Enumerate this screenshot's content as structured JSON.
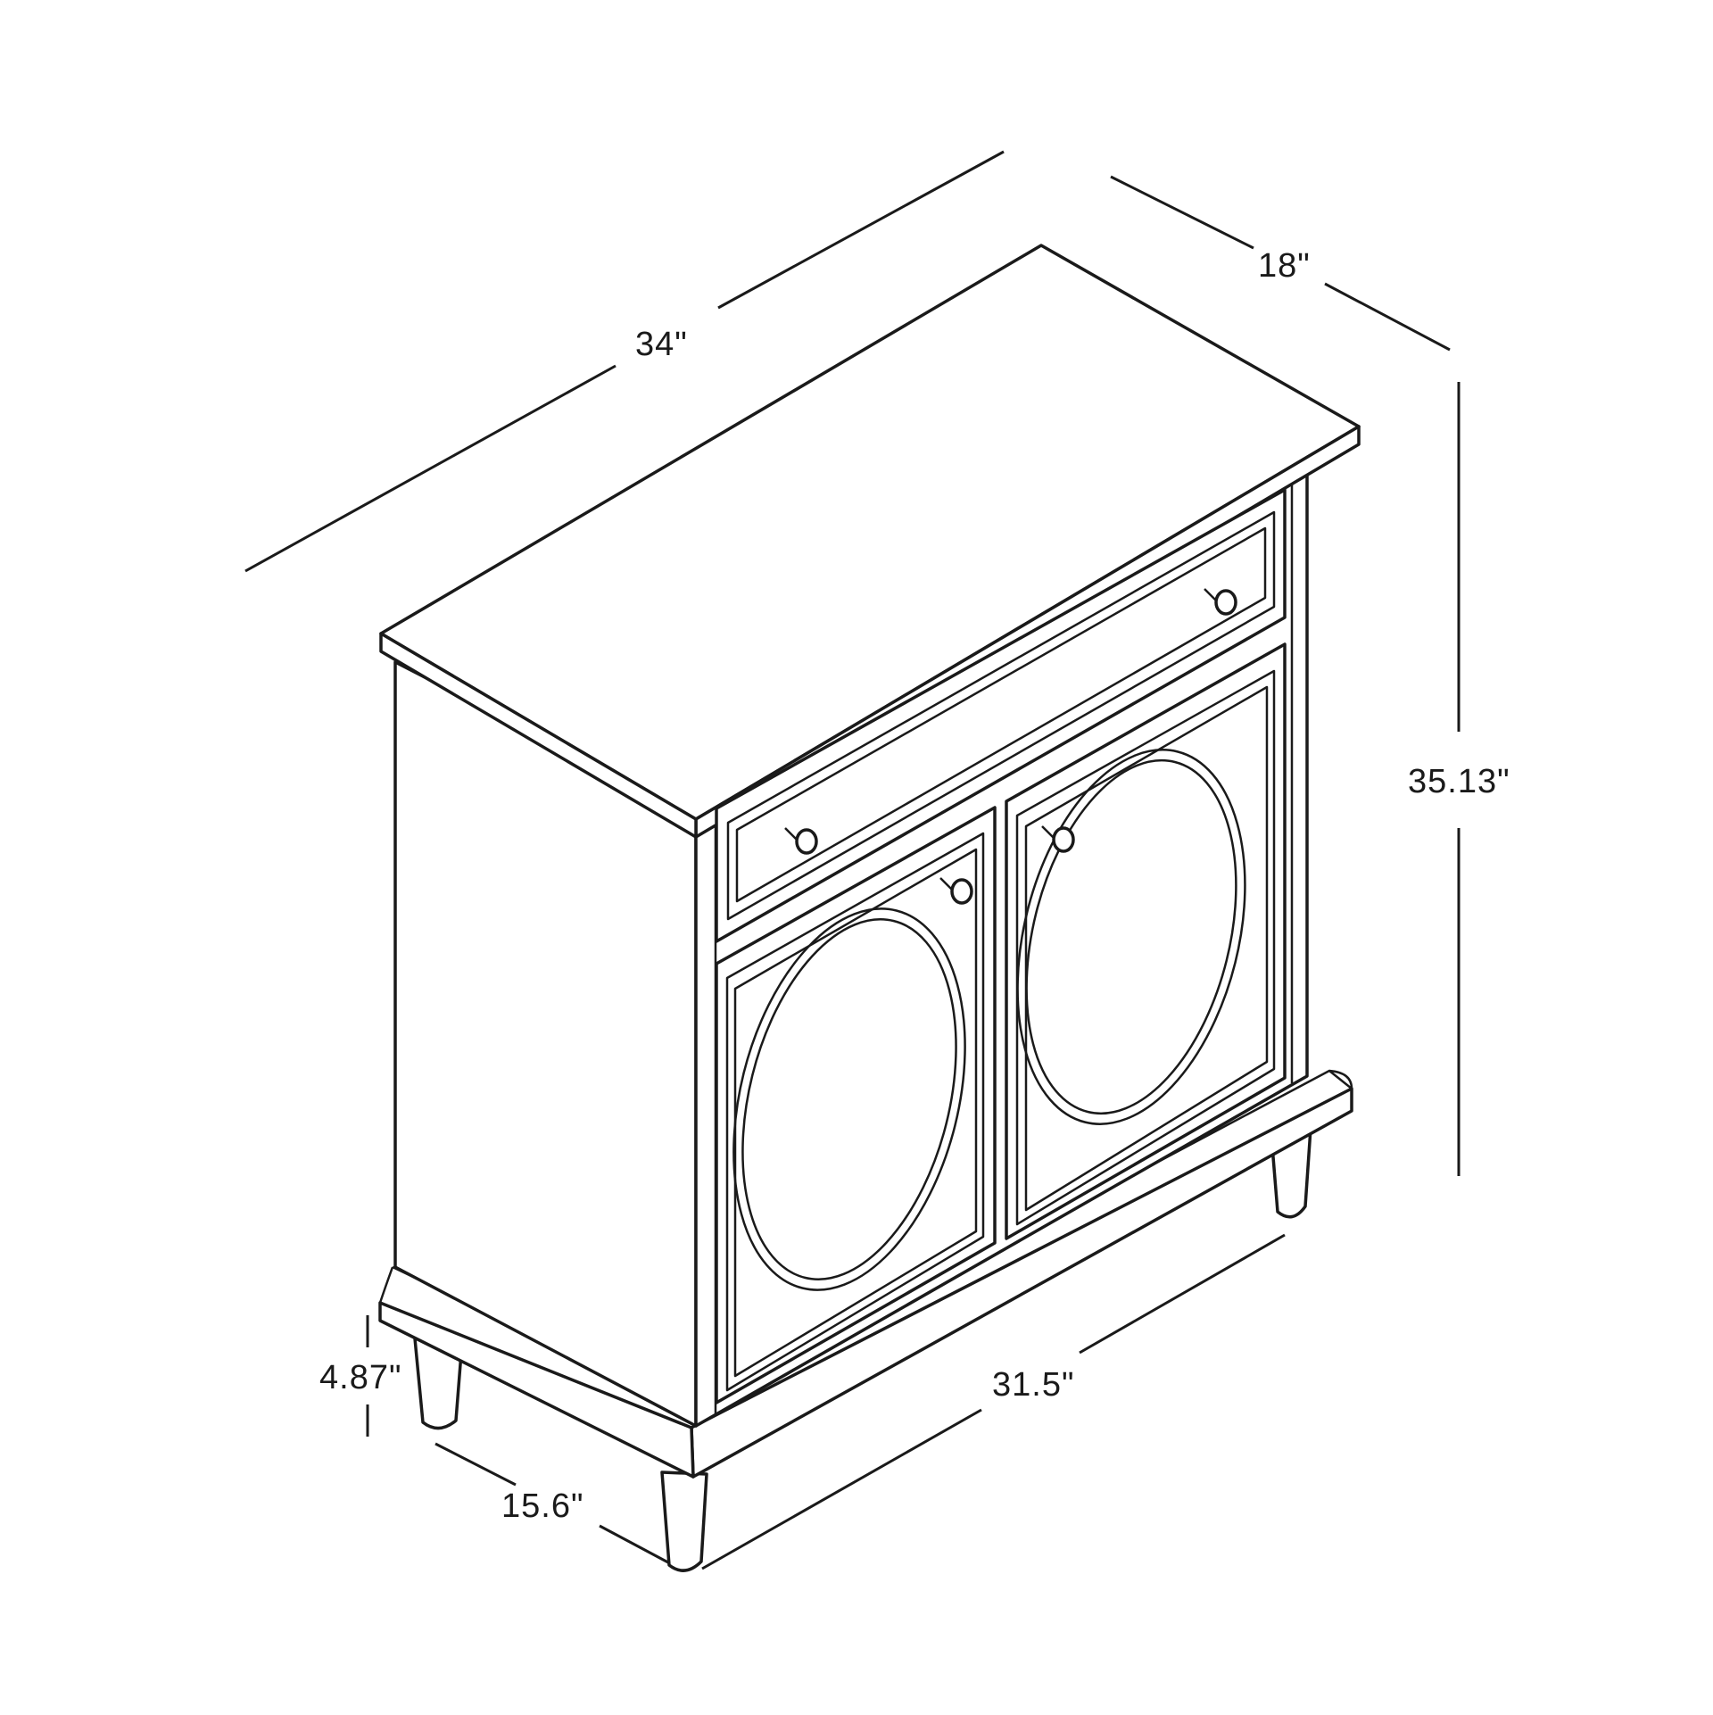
{
  "dimensions": {
    "top_width": "34\"",
    "top_depth": "18\"",
    "overall_height": "35.13\"",
    "leg_height": "4.87\"",
    "base_depth": "15.6\"",
    "base_width": "31.5\""
  }
}
